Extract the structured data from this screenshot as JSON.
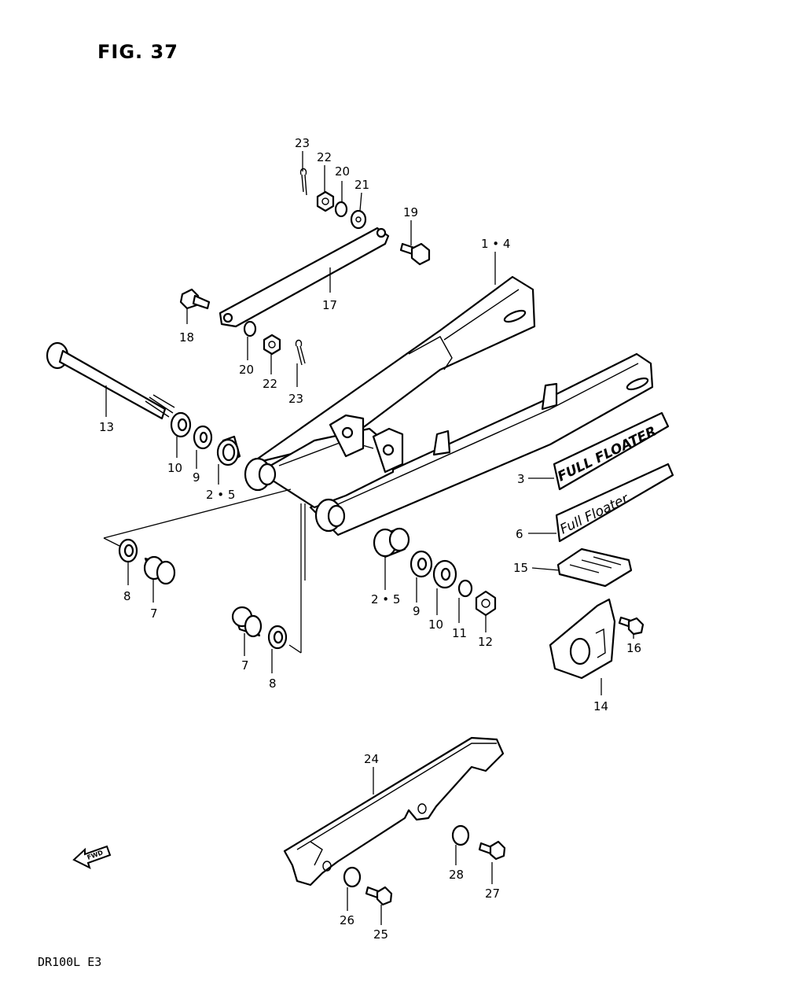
{
  "figure_label": "FIG. 37",
  "model_code": "DR100L  E3",
  "fwd_arrow_text": "FWD",
  "decal_text_3": "FULL FLOATER",
  "decal_text_6": "Full Floater",
  "callouts": {
    "p1_4": "1 • 4",
    "p2_5_left": "2 • 5",
    "p2_5_right": "2 • 5",
    "p3": "3",
    "p6": "6",
    "p7_a": "7",
    "p7_b": "7",
    "p8_a": "8",
    "p8_b": "8",
    "p9_left": "9",
    "p9_right": "9",
    "p10_left": "10",
    "p10_right": "10",
    "p11": "11",
    "p12": "12",
    "p13": "13",
    "p14": "14",
    "p15": "15",
    "p16": "16",
    "p17": "17",
    "p18": "18",
    "p19": "19",
    "p20_top": "20",
    "p20_bottom": "20",
    "p21": "21",
    "p22_top": "22",
    "p22_bottom": "22",
    "p23_top": "23",
    "p23_bottom": "23",
    "p24": "24",
    "p25": "25",
    "p26": "26",
    "p27": "27",
    "p28": "28"
  }
}
